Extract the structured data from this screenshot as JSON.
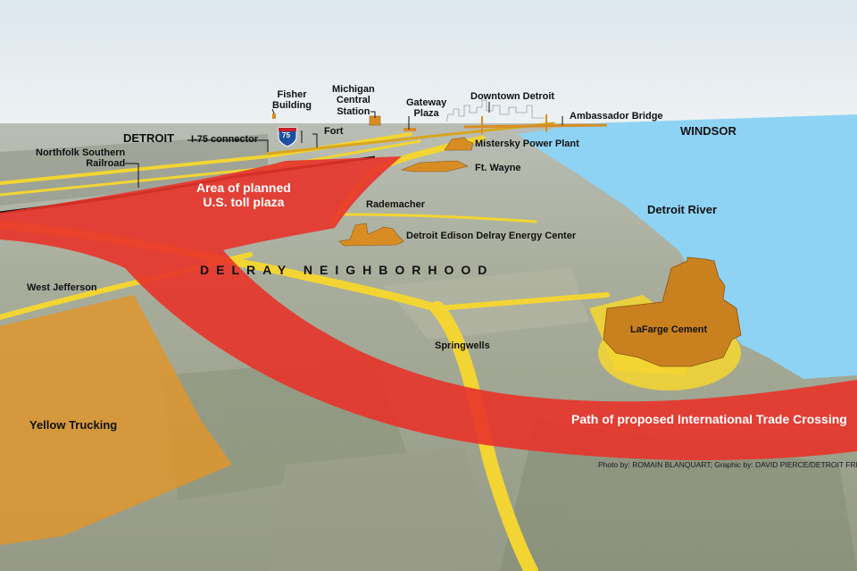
{
  "labels": {
    "detroit": "DETROIT",
    "windsor": "WINDSOR",
    "fisher_building": [
      "Fisher",
      "Building"
    ],
    "michigan_central_station": [
      "Michigan",
      "Central",
      "Station"
    ],
    "gateway_plaza": [
      "Gateway",
      "Plaza"
    ],
    "downtown_detroit": "Downtown Detroit",
    "ambassador_bridge": "Ambassador Bridge",
    "i75_connector": "I-75 connector",
    "i75_shield": "75",
    "fort": "Fort",
    "mistersky_power_plant": "Mistersky Power Plant",
    "ft_wayne": "Ft. Wayne",
    "northfolk_southern_railroad": [
      "Northfolk Southern",
      "Railroad"
    ],
    "toll_plaza": [
      "Area of planned",
      "U.S. toll plaza"
    ],
    "rademacher": "Rademacher",
    "detroit_river": "Detroit River",
    "detroit_edison": "Detroit Edison Delray Energy Center",
    "delray_neighborhood": "DELRAY NEIGHBORHOOD",
    "west_jefferson": "West Jefferson",
    "lafarge_cement": "LaFarge Cement",
    "springwells": "Springwells",
    "yellow_trucking": "Yellow Trucking",
    "trade_crossing": "Path of proposed International Trade Crossing",
    "credit": "Photo by: ROMAIN BLANQUART; Graphic by: DAVID PIERCE/DETROIT FREE PRESS"
  },
  "colors": {
    "crossing_path": "#e8332a",
    "roads": "#f2d532",
    "buildings": "#d88d24",
    "river": "#8fd3f4",
    "railroad": "#111111",
    "trucking_area": "#e0952a",
    "sky": "#e4ecf2",
    "ground": "#a9ae9a"
  },
  "icons": {
    "interstate": "interstate-shield-icon",
    "pointer": "pin-marker-icon"
  }
}
